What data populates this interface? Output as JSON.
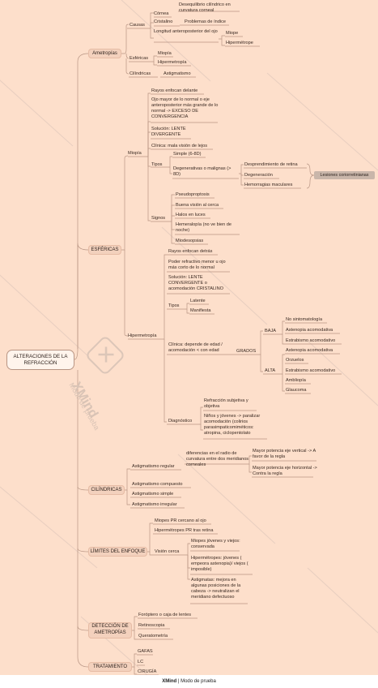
{
  "root": "ALTERACIONES DE LA REFRACCIÓN",
  "ametropias": {
    "label": "Ametropías",
    "causas": "Causas",
    "cornea": "Córnea",
    "cornea_desc": "Desequilibrio cilíndrico en curvatura corneal",
    "cristalino": "Cristalino",
    "cristalino_desc": "Problemas de índice",
    "longitud": "Longitud anteroposterior del ojo",
    "miope": "Miope",
    "hipermetrope": "Hipermétrope",
    "esfericas": "Esféricas",
    "miopia": "Miopía",
    "hipermetropia": "Hipermetropía",
    "cilindricas": "Cilíndricas",
    "astigmatismo": "Astigmatismo"
  },
  "esfericas": {
    "label": "ESFÉRICAS",
    "miopia": {
      "label": "Miopía",
      "rayos": "Rayos enfocan delante",
      "ojo": "Ojo mayor de lo normal o eje anteroposterior más grande de lo normal -> EXCESO DE CONVERGENCIA",
      "solucion": "Solución: LENTE DIVERGENTE",
      "clinica": "Clínica: mala visión de lejos",
      "tipos": "Tipos",
      "simple": "Simple (6-8D)",
      "degenerativas": "Degenerativas o malignas (> 8D)",
      "desprendimiento": "Desprendimiento de retina",
      "degeneracion": "Degeneración",
      "hemorragias": "Hemorragias maculares",
      "lesiones": "Lesiones coriorretinianas",
      "signos": "Signos",
      "pseudoproptosis": "Pseudoproptosis",
      "buena": "Buena visión al cerca",
      "halos": "Halos en luces",
      "hemeralopia": "Hemeralopía (no ve bien de noche)",
      "miodesopsias": "Miodesopsias"
    },
    "hipermetropia": {
      "label": "Hipermetropía",
      "rayos": "Rayos enfocan detrás",
      "poder": "Poder refractivo menor u ojo más corto de lo normal",
      "solucion": "Solución: LENTE CONVERGENTE o acomodación CRISTALINO",
      "tipos": "Tipos",
      "latente": "Latente",
      "manifiesta": "Manifiesta",
      "clinica": "Clínica: depende de edad / acomodación < con edad",
      "grados": "GRADOS",
      "baja": "BAJA",
      "no_sinto": "No sintomatología",
      "astenopia1": "Astenopia acomodativa",
      "estrabismo1": "Estrabismo acomodativo",
      "alta": "ALTA",
      "astenopia2": "Astenopia acomodativa",
      "orzuelos": "Orzuelos",
      "estrabismo2": "Estrabismo acomodativo",
      "ambliopia": "Ambliopía",
      "glaucoma": "Glaucoma",
      "diagnostico": "Diagnóstico",
      "refraccion": "Refracción subjetiva y objetiva",
      "ninos": "Niños y jóvenes -> paralizar acomodación (colirios parasimpaticomiméticos: atropina, ciclopentolato"
    }
  },
  "cilindricas": {
    "label": "CILÍNDRICAS",
    "regular": "Astigmatismo regular",
    "diferencias": "diferencias en el radio de curvatura entre dos meridianos corneales",
    "vertical": "Mayor potencia eje vertical -> A favor de la regla",
    "horizontal": "Mayor potencia eje horizontal -> Contra la regla",
    "compuesto": "Astigmatismo compuesto",
    "simple": "Astigmatismo simple",
    "irregular": "Astigmatismo irregular"
  },
  "limites": {
    "label": "LÍMITES DEL ENFOQUE",
    "miopes": "Miopes PR cercano al ojo",
    "hipermetropes": "Hipermétropes PR tras retina",
    "vision": "Visión cerca",
    "jovenes": "Miopes jóvenes y viejos: conservada",
    "hiper_jov": "Hipermétropes: jóvenes ( empeora astenopia)/ viejos ( imposible)",
    "astigmatas": "Astigmatas: mejora en algunas posiciones de la cabeza -> neutralizan el meridiano defectuoso"
  },
  "deteccion": {
    "label": "DETECCIÓN DE AMETROPÍAS",
    "foroptero": "Foróptero o caja de lentes",
    "retinoscopia": "Retinoscopia",
    "queratometria": "Queratometría"
  },
  "tratamiento": {
    "label": "TRATAMIENTO",
    "gafas": "GAFAS",
    "lc": "LC",
    "cirugia": "CIRUGÍA"
  },
  "watermark": {
    "brand": "XMind",
    "mode": "Modo de prueba"
  },
  "colors": {
    "background": "#fddfcb",
    "line": "#b89584",
    "box": "#f3d1bd"
  }
}
